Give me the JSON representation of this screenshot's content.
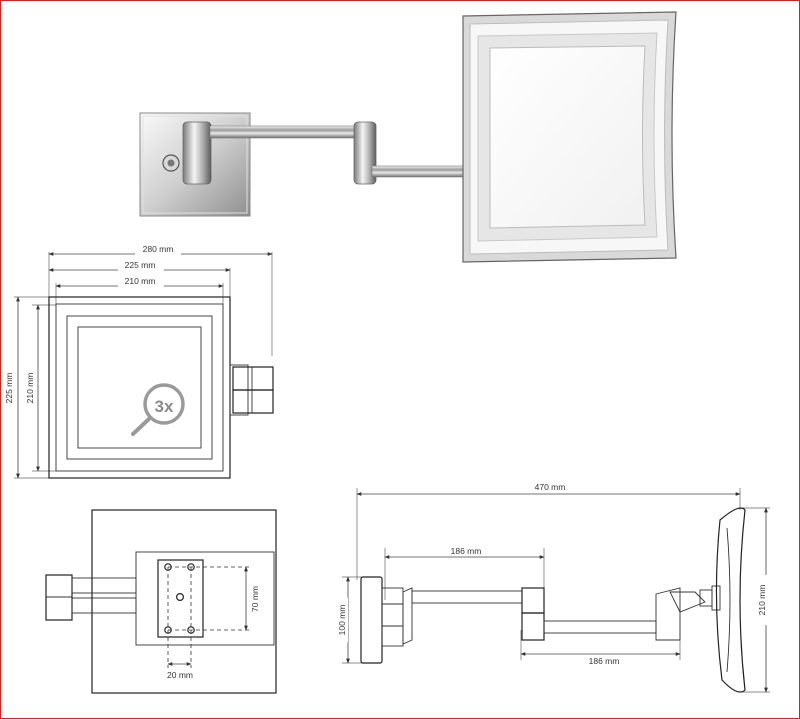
{
  "top_view": {
    "width_overall": "280 mm",
    "width_outer": "225 mm",
    "width_inner": "210 mm",
    "height_outer": "225 mm",
    "height_inner": "210 mm",
    "magnification": "3x"
  },
  "mount_view": {
    "hole_height": "70 mm",
    "hole_width": "20 mm"
  },
  "side_view": {
    "total_length": "470 mm",
    "arm_segment_1": "186 mm",
    "arm_segment_2": "186 mm",
    "mount_height": "100 mm",
    "mirror_height": "210 mm"
  }
}
